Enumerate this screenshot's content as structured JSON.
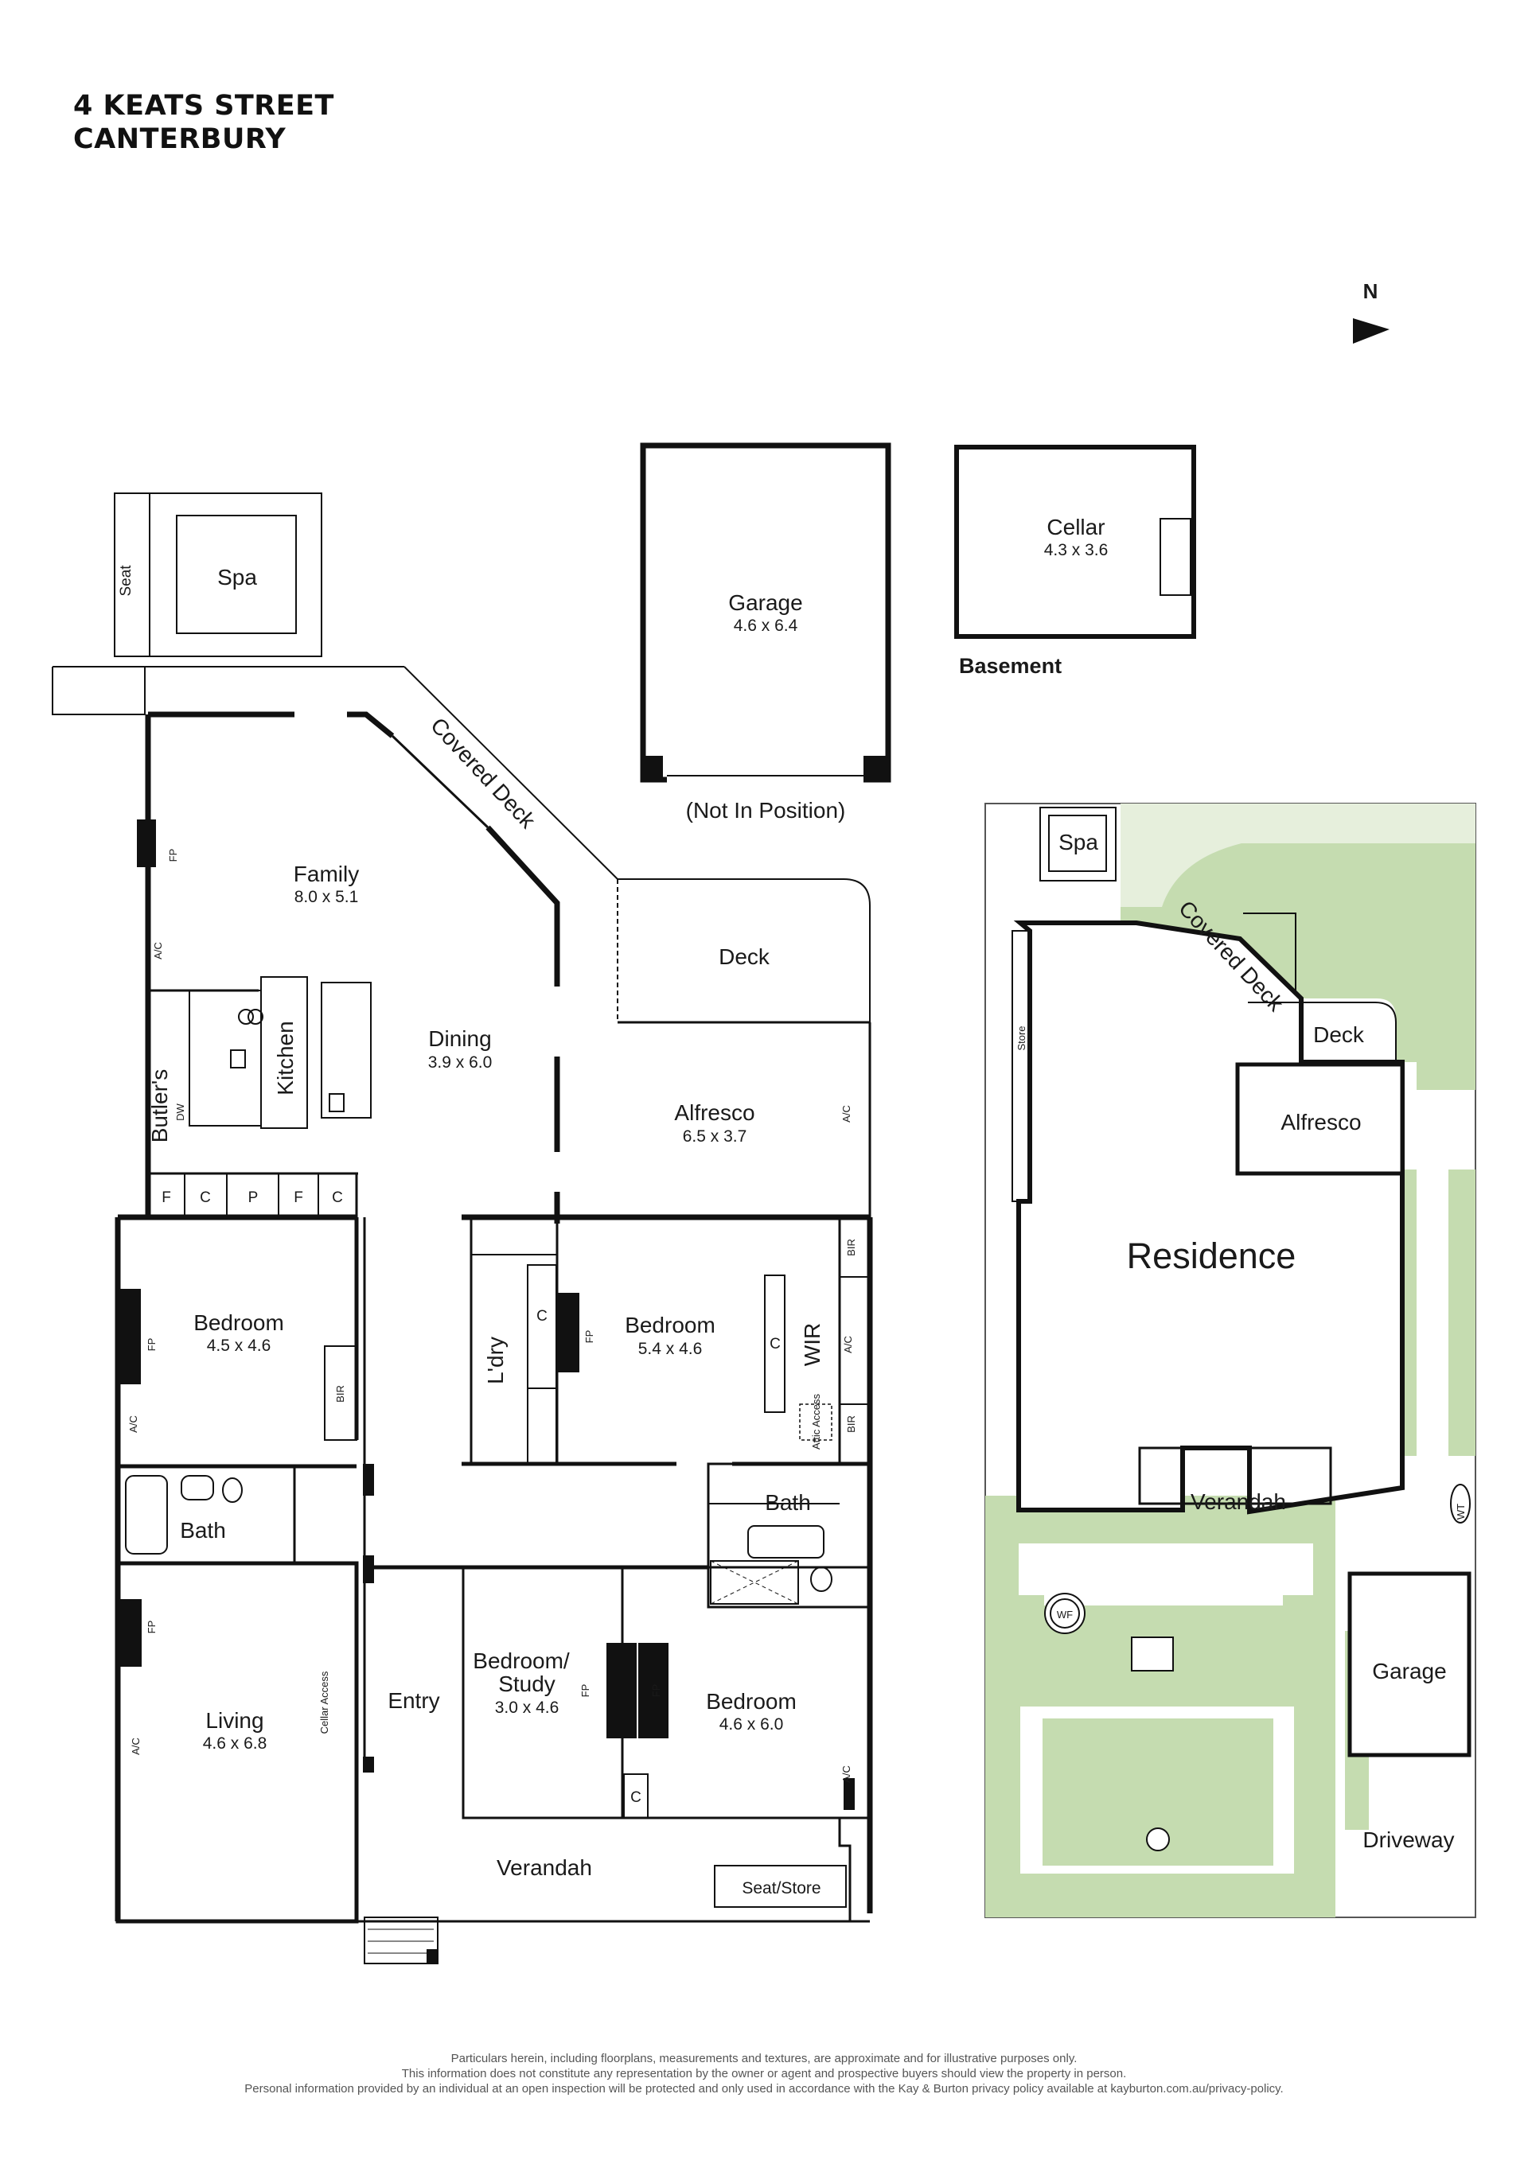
{
  "header": {
    "line1": "4 KEATS STREET",
    "line2": "CANTERBURY"
  },
  "compass": {
    "label": "N"
  },
  "rooms": {
    "spa": "Spa",
    "seat": "Seat",
    "family": {
      "name": "Family",
      "dims": "8.0 x 5.1"
    },
    "covered_deck": "Covered Deck",
    "deck": "Deck",
    "kitchen": "Kitchen",
    "butlers": "Butler's",
    "dining": {
      "name": "Dining",
      "dims": "3.9 x 6.0"
    },
    "alfresco": {
      "name": "Alfresco",
      "dims": "6.5 x 3.7"
    },
    "bedroom_w": {
      "name": "Bedroom",
      "dims": "4.5 x 4.6"
    },
    "laundry": "L'dry",
    "bedroom_main": {
      "name": "Bedroom",
      "dims": "5.4 x 4.6"
    },
    "wir": "WIR",
    "bath_w": "Bath",
    "bath_e": "Bath",
    "living": {
      "name": "Living",
      "dims": "4.6 x 6.8"
    },
    "entry": "Entry",
    "bedroom_study": {
      "name1": "Bedroom/",
      "name2": "Study",
      "dims": "3.0 x 4.6"
    },
    "bedroom_se": {
      "name": "Bedroom",
      "dims": "4.6 x 6.0"
    },
    "verandah": "Verandah",
    "seat_store": "Seat/Store"
  },
  "fixtures": {
    "fp": "FP",
    "ac": "A/C",
    "bir": "BIR",
    "c": "C",
    "f": "F",
    "p": "P",
    "dw": "DW",
    "attic": "Attic Access",
    "cellar_access": "Cellar Access"
  },
  "garage": {
    "name": "Garage",
    "dims": "4.6 x 6.4",
    "note": "(Not In Position)"
  },
  "cellar": {
    "name": "Cellar",
    "dims": "4.3 x 3.6",
    "level": "Basement"
  },
  "site": {
    "spa": "Spa",
    "covered_deck": "Covered Deck",
    "deck": "Deck",
    "alfresco": "Alfresco",
    "residence": "Residence",
    "store": "Store",
    "verandah": "Verandah",
    "wt": "WT",
    "wf": "WF",
    "garage": "Garage",
    "driveway": "Driveway"
  },
  "disclaimer": {
    "line1": "Particulars herein, including floorplans, measurements and textures, are approximate and for illustrative purposes only.",
    "line2": "This information does not constitute any representation by the owner or agent and prospective buyers should view the property in person.",
    "line3": "Personal information provided by an individual at an open inspection will be protected and only used in accordance with the Kay & Burton privacy policy available at kayburton.com.au/privacy-policy."
  },
  "colors": {
    "wall": "#111111",
    "lawn": "#c5dcb0",
    "hedge": "#e6efdc"
  }
}
